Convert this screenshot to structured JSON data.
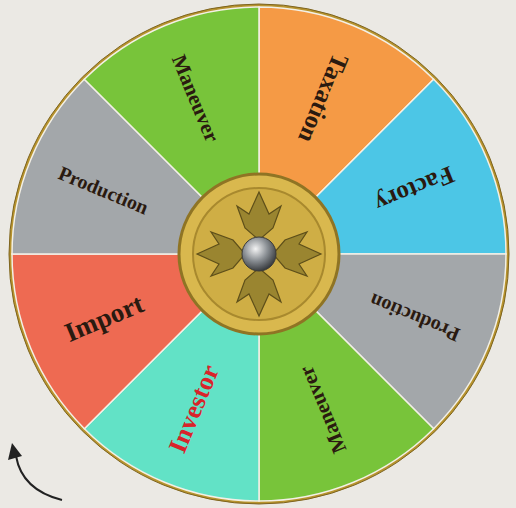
{
  "diagram": {
    "nodes": [
      {
        "text": [
          "Taxation"
        ]
      },
      {
        "text": [
          "Factory"
        ]
      },
      {
        "text": [
          "Production"
        ]
      },
      {
        "text": [
          "Maneuver"
        ]
      },
      {
        "text": [
          "Investor"
        ]
      },
      {
        "text": [
          "Import"
        ]
      },
      {
        "text": [
          "Production"
        ]
      },
      {
        "text": [
          "Maneuver"
        ]
      }
    ]
  }
}
